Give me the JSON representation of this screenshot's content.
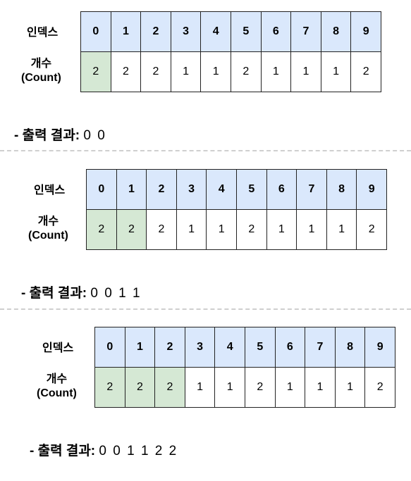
{
  "labels": {
    "index_label": "인덱스",
    "count_label_line1": "개수",
    "count_label_line2": "(Count)",
    "output_prefix": "- 출력 결과: "
  },
  "indices": [
    "0",
    "1",
    "2",
    "3",
    "4",
    "5",
    "6",
    "7",
    "8",
    "9"
  ],
  "counts": [
    "2",
    "2",
    "2",
    "1",
    "1",
    "2",
    "1",
    "1",
    "1",
    "2"
  ],
  "steps": [
    {
      "completed": 1,
      "output": "0 0"
    },
    {
      "completed": 2,
      "output": "0 0 1 1"
    },
    {
      "completed": 3,
      "output": "0 0 1 1 2 2"
    }
  ],
  "colors": {
    "index_fill": "#dae8fc",
    "completed_fill": "#d5e8d4",
    "count_fill": "#ffffff",
    "divider": "#cfcfcf"
  }
}
